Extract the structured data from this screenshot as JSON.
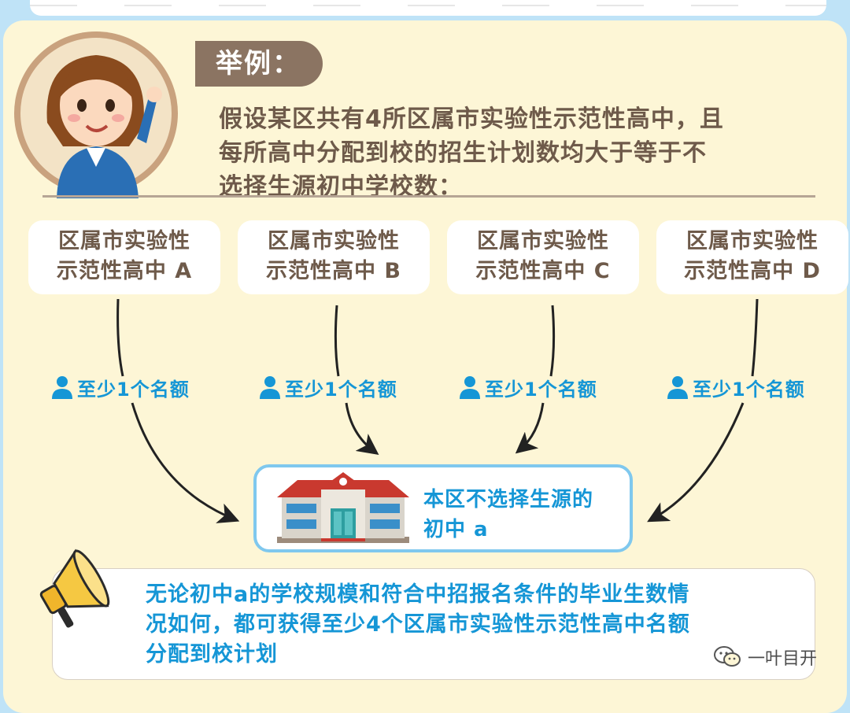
{
  "example_label": "举例：",
  "intro_lines": [
    "假设某区共有4所区属市实验性示范性高中，且",
    "每所高中分配到校的招生计划数均大于等于不",
    "选择生源初中学校数："
  ],
  "schools": [
    {
      "line1": "区属市实验性",
      "line2": "示范性高中 A"
    },
    {
      "line1": "区属市实验性",
      "line2": "示范性高中 B"
    },
    {
      "line1": "区属市实验性",
      "line2": "示范性高中 C"
    },
    {
      "line1": "区属市实验性",
      "line2": "示范性高中 D"
    }
  ],
  "quota_label": "至少1个名额",
  "target": {
    "line1": "本区不选择生源的",
    "line2": "初中 a"
  },
  "conclusion_lines": [
    "无论初中a的学校规模和符合中招报名条件的毕业生数情",
    "况如何，都可获得至少4个区属市实验性示范性高中名额",
    "分配到校计划"
  ],
  "watermark": "一叶目开",
  "colors": {
    "panel": "#fdf6d6",
    "brown_text": "#6e5a4a",
    "blue_text": "#1596d6",
    "tag": "#8b7462"
  },
  "icons": {
    "person": "person-icon",
    "building": "school-building-icon",
    "megaphone": "megaphone-icon",
    "wechat": "wechat-icon"
  }
}
